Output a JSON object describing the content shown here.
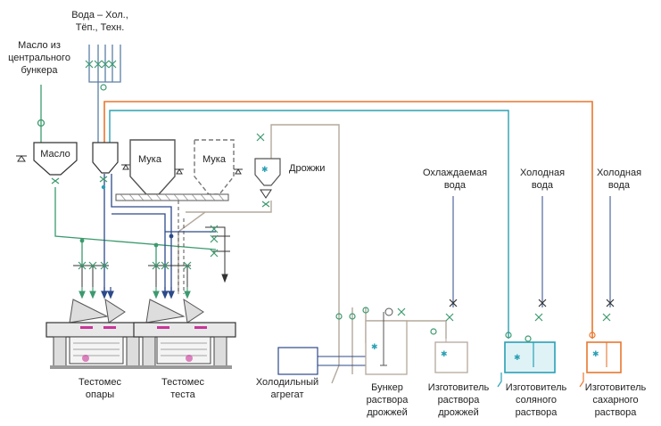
{
  "labels": {
    "water_hdr_1": "Вода – Хол.,",
    "water_hdr_2": "Тёп., Техн.",
    "oil_src_1": "Масло из",
    "oil_src_2": "центрального",
    "oil_src_3": "бункера",
    "oil_bin": "Масло",
    "flour_bin_1": "Мука",
    "flour_bin_2": "Мука",
    "yeast": "Дрожжи",
    "chilled_water_1": "Охлаждаемая",
    "chilled_water_2": "вода",
    "cold_water_a_1": "Холодная",
    "cold_water_a_2": "вода",
    "cold_water_b_1": "Холодная",
    "cold_water_b_2": "вода",
    "mixer_sponge_1": "Тестомес",
    "mixer_sponge_2": "опары",
    "mixer_dough_1": "Тестомес",
    "mixer_dough_2": "теста",
    "chiller_1": "Холодильный",
    "chiller_2": "агрегат",
    "yeast_bunker_1": "Бункер",
    "yeast_bunker_2": "раствора",
    "yeast_bunker_3": "дрожжей",
    "yeast_maker_1": "Изготовитель",
    "yeast_maker_2": "раствора",
    "yeast_maker_3": "дрожжей",
    "salt_maker_1": "Изготовитель",
    "salt_maker_2": "соляного",
    "salt_maker_3": "раствора",
    "sugar_maker_1": "Изготовитель",
    "sugar_maker_2": "сахарного",
    "sugar_maker_3": "раствора"
  },
  "colors": {
    "water_line": "#5a7fa8",
    "oil_line": "#3c9a6e",
    "teal_line": "#2aa0b4",
    "orange_line": "#e8772e",
    "grey_line": "#b4a89c",
    "navy_line": "#2d4a8a",
    "dark": "#333333"
  }
}
